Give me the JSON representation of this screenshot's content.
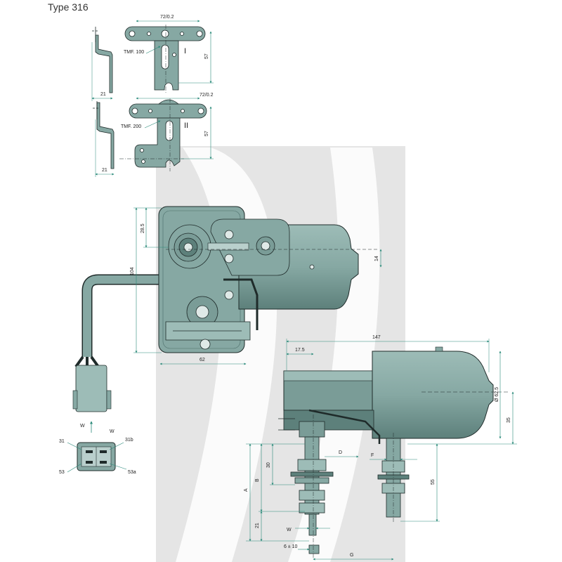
{
  "title": "Type 316",
  "colors": {
    "part": "#86a8a3",
    "shadow": "#4c6e6a",
    "outline": "#1f2b2a",
    "dim": "#2a8a7a",
    "watermark": "#cfcfcf"
  },
  "bracket_1": {
    "width": "72/0.2",
    "height": "57",
    "offset": "21",
    "label": "TMF. 100",
    "roman": "I"
  },
  "bracket_2": {
    "width": "72/0.2",
    "height": "57",
    "offset": "21",
    "label": "TMF. 200",
    "roman": "II"
  },
  "front_view": {
    "d_28_5": "28.5",
    "d_104": "104",
    "d_62": "62",
    "d_14": "14"
  },
  "side_view": {
    "d_147": "147",
    "d_17_5": "17.5",
    "d_62_5": "Ø 62.5",
    "d_35": "35",
    "d_A": "A",
    "d_B": "B",
    "d_30": "30",
    "d_21": "21",
    "d_D": "D",
    "d_F": "F",
    "d_55": "55",
    "d_W": "W",
    "d_G": "G",
    "d_6_10": "6 ± 10"
  },
  "connector": {
    "arrow_label": "W",
    "top_label": "W",
    "pin_31": "31",
    "pin_31b": "31b",
    "pin_53": "53",
    "pin_53a": "53a"
  }
}
